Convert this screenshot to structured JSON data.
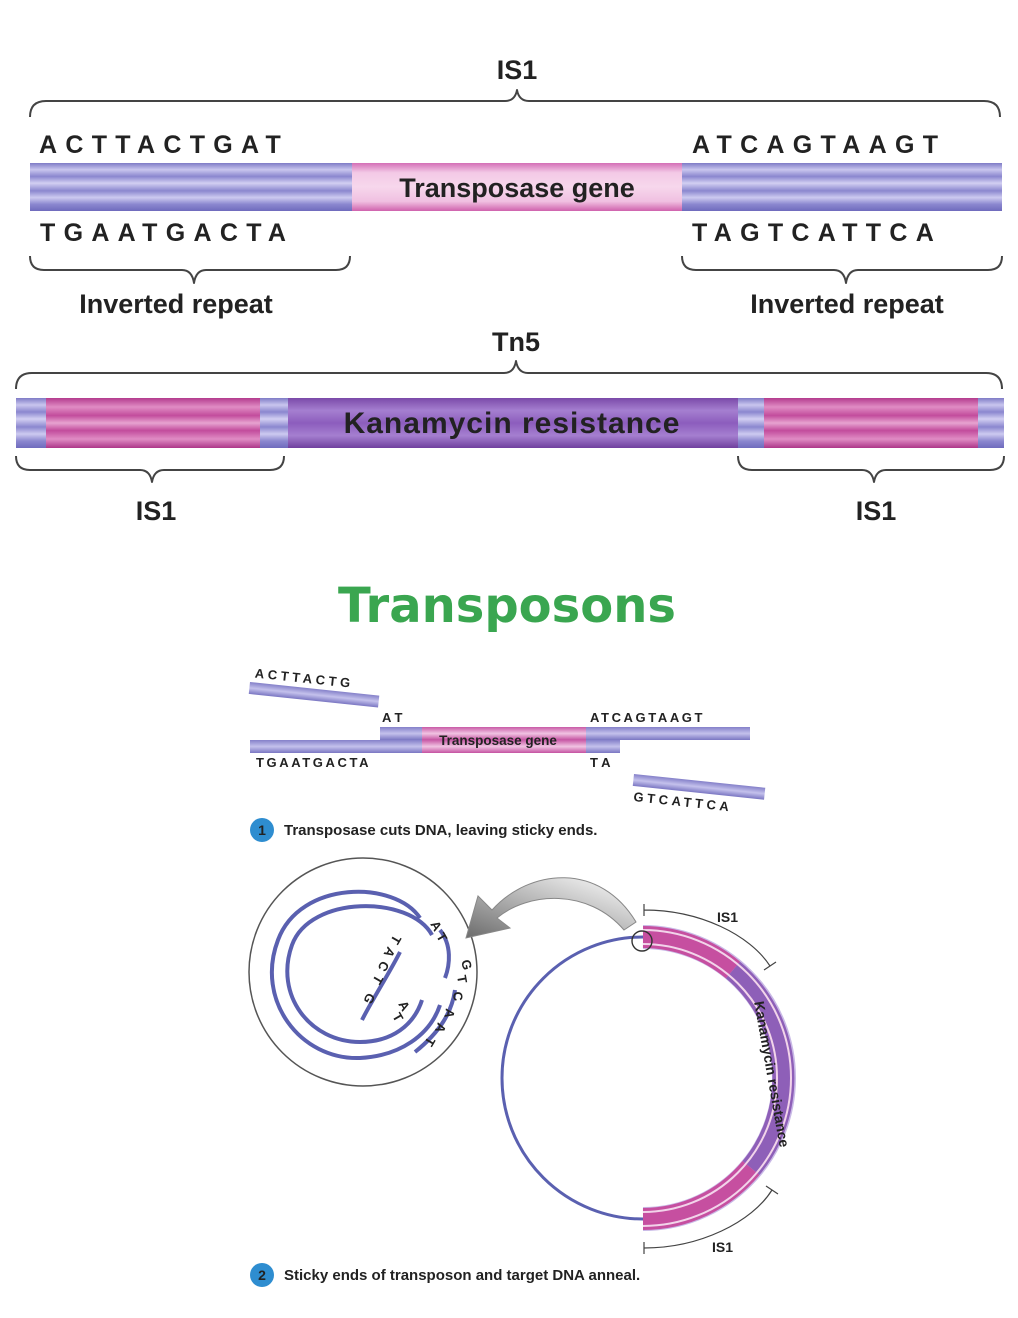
{
  "is1_top": {
    "label": "IS1",
    "left_top_seq": "ACTTACTGAT",
    "right_top_seq": "ATCAGTAAGT",
    "left_bottom_seq": "TGAATGACTA",
    "right_bottom_seq": "TAGTCATTCA",
    "gene_label": "Transposase gene",
    "left_repeat_label": "Inverted repeat",
    "right_repeat_label": "Inverted repeat"
  },
  "tn5": {
    "label": "Tn5",
    "center_label": "Kanamycin resistance",
    "left_is_label": "IS1",
    "right_is_label": "IS1"
  },
  "title": "Transposons",
  "step1": {
    "frag_left_top": "ACTTACTG",
    "at_label": "A T",
    "right_top_seq": "ATCAGTAAGT",
    "gene_label": "Transposase gene",
    "bottom_left_seq": "TGAATGACTA",
    "ta_label": "T A",
    "frag_right_bottom": "GTCATTCA",
    "number": "1",
    "caption": "Transposase cuts DNA, leaving sticky ends."
  },
  "step2": {
    "zoom_letters_a": [
      "A",
      "T"
    ],
    "zoom_letters_b": [
      "T",
      "A",
      "C",
      "T",
      "G"
    ],
    "zoom_letters_c": [
      "G",
      "T",
      "C",
      "A",
      "A",
      "T"
    ],
    "zoom_letters_d": [
      "A",
      "T"
    ],
    "is1_top_label": "IS1",
    "is1_bottom_label": "IS1",
    "kan_label": "Kanamycin resistance",
    "number": "2",
    "caption": "Sticky ends of transposon and target DNA anneal."
  },
  "colors": {
    "dna_blue": "#9b97d6",
    "dna_magenta": "#c64fa0",
    "dna_purple": "#8e5fb8",
    "circle_blue": "#5a60b0",
    "step_badge": "#2e8dd0",
    "title_green": "#3aa650"
  }
}
